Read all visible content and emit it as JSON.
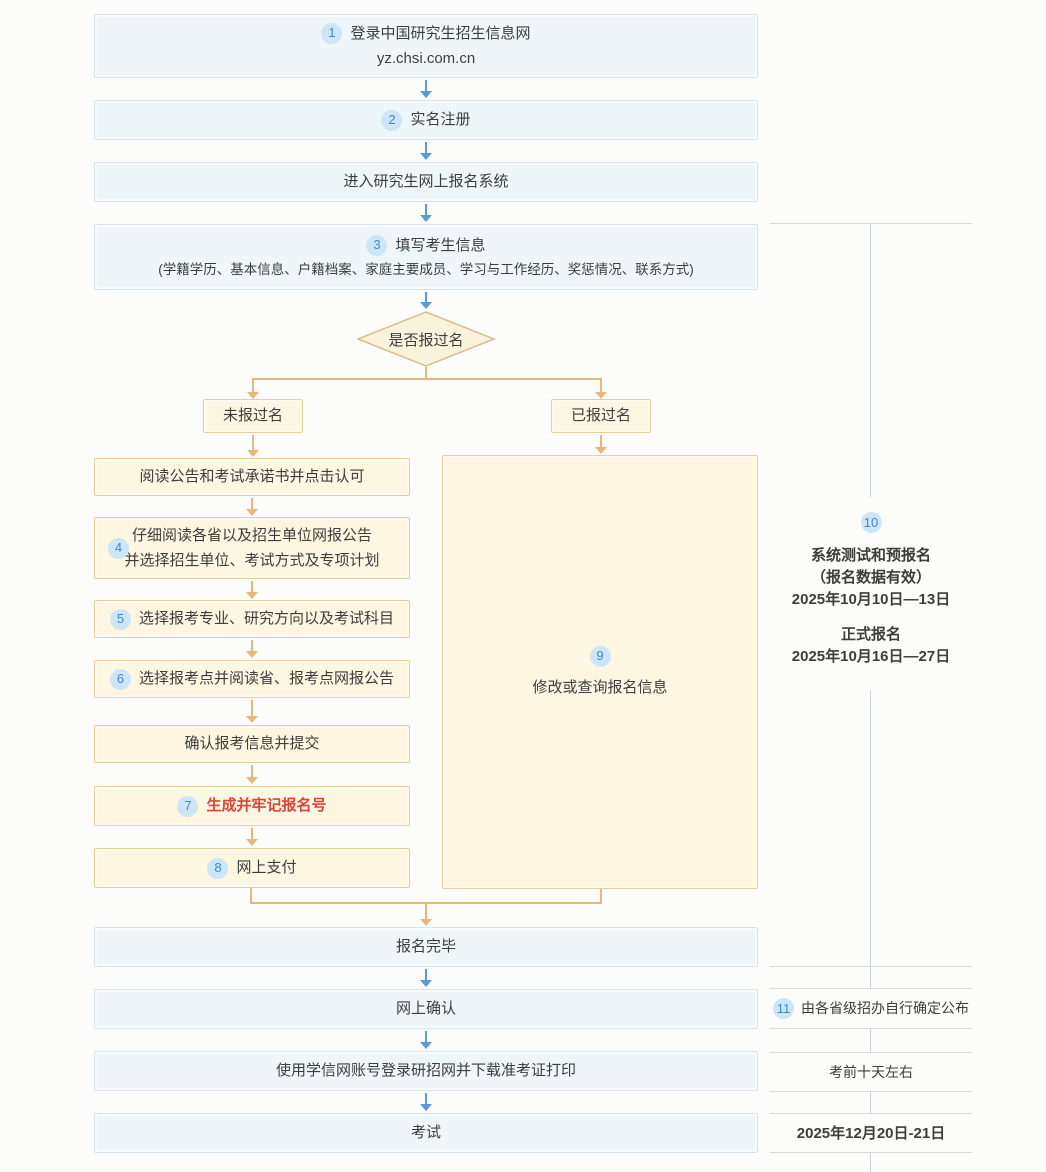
{
  "colors": {
    "blue_box_bg": "#eff6fa",
    "blue_box_border": "#d5e4ee",
    "yellow_box_bg": "#fdf6e1",
    "yellow_box_border": "#e6cf9e",
    "badge_bg": "#cde6f7",
    "badge_text": "#4189c6",
    "blue_arrow": "#5b9bd5",
    "tan_arrow": "#e9b77e",
    "tan_line": "#dcba80",
    "red_text": "#d9453c",
    "divider_line": "#d9d9d6",
    "body_text": "#3d3d3d"
  },
  "flow": {
    "step1": {
      "num": "1",
      "title": "登录中国研究生招生信息网",
      "url": "yz.chsi.com.cn"
    },
    "step2": {
      "num": "2",
      "label": "实名注册"
    },
    "enter_system": {
      "label": "进入研究生网上报名系统"
    },
    "step3": {
      "num": "3",
      "label": "填写考生信息",
      "detail": "(学籍学历、基本信息、户籍档案、家庭主要成员、学习与工作经历、奖惩情况、联系方式)"
    },
    "decision": {
      "label": "是否报过名"
    },
    "branch_no": {
      "label": "未报过名"
    },
    "branch_yes": {
      "label": "已报过名"
    },
    "read_notice": {
      "label": "阅读公告和考试承诺书并点击认可"
    },
    "step4": {
      "num": "4",
      "line1": "仔细阅读各省以及招生单位网报公告",
      "line2": "并选择招生单位、考试方式及专项计划"
    },
    "step5": {
      "num": "5",
      "label": "选择报考专业、研究方向以及考试科目"
    },
    "step6": {
      "num": "6",
      "label": "选择报考点并阅读省、报考点网报公告"
    },
    "confirm_submit": {
      "label": "确认报考信息并提交"
    },
    "step7": {
      "num": "7",
      "label": "生成并牢记报名号"
    },
    "step8": {
      "num": "8",
      "label": "网上支付"
    },
    "step9": {
      "num": "9",
      "label": "修改或查询报名信息"
    },
    "finish": {
      "label": "报名完毕"
    },
    "online_confirm": {
      "label": "网上确认"
    },
    "download_print": {
      "label": "使用学信网账号登录研招网并下载准考证打印"
    },
    "exam": {
      "label": "考试"
    }
  },
  "timeline": {
    "section10": {
      "num": "10",
      "phase1_title": "系统测试和预报名",
      "phase1_note": "（报名数据有效）",
      "phase1_date": "2025年10月10日—13日",
      "phase2_title": "正式报名",
      "phase2_date": "2025年10月16日—27日"
    },
    "note11": {
      "num": "11",
      "label": "由各省级招办自行确定公布"
    },
    "before_exam": "考前十天左右",
    "exam_date": "2025年12月20日-21日"
  }
}
